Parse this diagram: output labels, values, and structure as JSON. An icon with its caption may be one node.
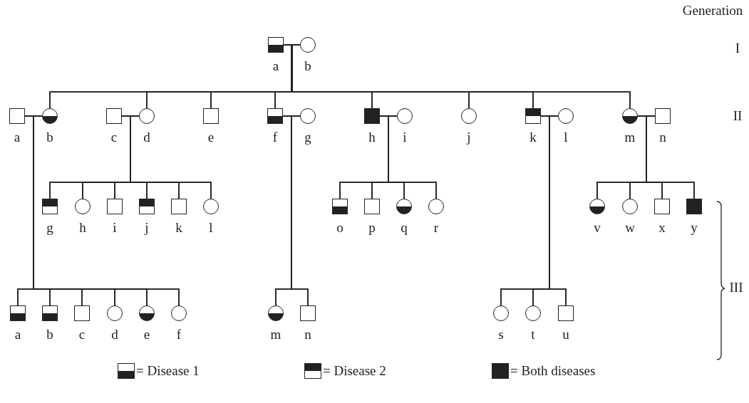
{
  "diagram": {
    "nodes": [
      {
        "text": [],
        "shape": "box",
        "beside": [
          "a"
        ]
      },
      {
        "text": [],
        "shape": "circle",
        "beside": [
          "b"
        ]
      },
      {
        "text": [],
        "shape": "box",
        "beside": [
          "a"
        ]
      },
      {
        "text": [],
        "shape": "circle",
        "beside": [
          "b"
        ]
      },
      {
        "text": [],
        "shape": "box",
        "beside": [
          "c"
        ]
      },
      {
        "text": [],
        "shape": "circle",
        "beside": [
          "d"
        ]
      },
      {
        "text": [],
        "shape": "box",
        "beside": [
          "e"
        ]
      },
      {
        "text": [],
        "shape": "box",
        "beside": [
          "f"
        ]
      },
      {
        "text": [],
        "shape": "circle",
        "beside": [
          "g"
        ]
      },
      {
        "text": [],
        "shape": "box",
        "beside": [
          "h"
        ]
      },
      {
        "text": [],
        "shape": "circle",
        "beside": [
          "i"
        ]
      },
      {
        "text": [],
        "shape": "circle",
        "beside": [
          "j"
        ]
      },
      {
        "text": [],
        "shape": "box",
        "beside": [
          "k"
        ]
      },
      {
        "text": [],
        "shape": "circle",
        "beside": [
          "l"
        ]
      },
      {
        "text": [],
        "shape": "circle",
        "beside": [
          "m"
        ]
      },
      {
        "text": [],
        "shape": "box",
        "beside": [
          "n"
        ]
      },
      {
        "text": [],
        "shape": "box",
        "beside": [
          "g"
        ]
      },
      {
        "text": [],
        "shape": "circle",
        "beside": [
          "h"
        ]
      },
      {
        "text": [],
        "shape": "box",
        "beside": [
          "i"
        ]
      },
      {
        "text": [],
        "shape": "box",
        "beside": [
          "j"
        ]
      },
      {
        "text": [],
        "shape": "box",
        "beside": [
          "k"
        ]
      },
      {
        "text": [],
        "shape": "circle",
        "beside": [
          "l"
        ]
      },
      {
        "text": [],
        "shape": "box",
        "beside": [
          "o"
        ]
      },
      {
        "text": [],
        "shape": "box",
        "beside": [
          "p"
        ]
      },
      {
        "text": [],
        "shape": "circle",
        "beside": [
          "q"
        ]
      },
      {
        "text": [],
        "shape": "circle",
        "beside": [
          "r"
        ]
      },
      {
        "text": [],
        "shape": "circle",
        "beside": [
          "v"
        ]
      },
      {
        "text": [],
        "shape": "circle",
        "beside": [
          "w"
        ]
      },
      {
        "text": [],
        "shape": "box",
        "beside": [
          "x"
        ]
      },
      {
        "text": [],
        "shape": "box",
        "beside": [
          "y"
        ]
      },
      {
        "text": [],
        "shape": "box",
        "beside": [
          "a"
        ]
      },
      {
        "text": [],
        "shape": "box",
        "beside": [
          "b"
        ]
      },
      {
        "text": [],
        "shape": "box",
        "beside": [
          "c"
        ]
      },
      {
        "text": [],
        "shape": "circle",
        "beside": [
          "d"
        ]
      },
      {
        "text": [],
        "shape": "circle",
        "beside": [
          "e"
        ]
      },
      {
        "text": [],
        "shape": "circle",
        "beside": [
          "f"
        ]
      },
      {
        "text": [],
        "shape": "circle",
        "beside": [
          "m"
        ]
      },
      {
        "text": [],
        "shape": "box",
        "beside": [
          "n"
        ]
      },
      {
        "text": [],
        "shape": "circle",
        "beside": [
          "s"
        ]
      },
      {
        "text": [],
        "shape": "circle",
        "beside": [
          "t"
        ]
      },
      {
        "text": [],
        "shape": "box",
        "beside": [
          "u"
        ]
      }
    ],
    "edges": [
      {
        "from": 0,
        "to": 1,
        "arrow": "none"
      },
      {
        "from": 0,
        "to": 3,
        "arrow": "none"
      },
      {
        "from": 0,
        "to": 5,
        "arrow": "none"
      },
      {
        "from": 0,
        "to": 6,
        "arrow": "none"
      },
      {
        "from": 0,
        "to": 7,
        "arrow": "none"
      },
      {
        "from": 0,
        "to": 9,
        "arrow": "none"
      },
      {
        "from": 0,
        "to": 11,
        "arrow": "none"
      },
      {
        "from": 0,
        "to": 12,
        "arrow": "none"
      },
      {
        "from": 0,
        "to": 14,
        "arrow": "none"
      },
      {
        "from": 1,
        "to": 3,
        "arrow": "none"
      },
      {
        "from": 1,
        "to": 5,
        "arrow": "none"
      },
      {
        "from": 1,
        "to": 6,
        "arrow": "none"
      },
      {
        "from": 1,
        "to": 7,
        "arrow": "none"
      },
      {
        "from": 1,
        "to": 9,
        "arrow": "none"
      },
      {
        "from": 1,
        "to": 11,
        "arrow": "none"
      },
      {
        "from": 1,
        "to": 12,
        "arrow": "none"
      },
      {
        "from": 1,
        "to": 14,
        "arrow": "none"
      },
      {
        "from": 2,
        "to": 3,
        "arrow": "none"
      },
      {
        "from": 2,
        "to": 30,
        "arrow": "none"
      },
      {
        "from": 2,
        "to": 31,
        "arrow": "none"
      },
      {
        "from": 2,
        "to": 32,
        "arrow": "none"
      },
      {
        "from": 2,
        "to": 33,
        "arrow": "none"
      },
      {
        "from": 2,
        "to": 34,
        "arrow": "none"
      },
      {
        "from": 2,
        "to": 35,
        "arrow": "none"
      },
      {
        "from": 3,
        "to": 30,
        "arrow": "none"
      },
      {
        "from": 3,
        "to": 31,
        "arrow": "none"
      },
      {
        "from": 3,
        "to": 32,
        "arrow": "none"
      },
      {
        "from": 3,
        "to": 33,
        "arrow": "none"
      },
      {
        "from": 3,
        "to": 34,
        "arrow": "none"
      },
      {
        "from": 3,
        "to": 35,
        "arrow": "none"
      },
      {
        "from": 4,
        "to": 5,
        "arrow": "none"
      },
      {
        "from": 4,
        "to": 16,
        "arrow": "none"
      },
      {
        "from": 4,
        "to": 17,
        "arrow": "none"
      },
      {
        "from": 4,
        "to": 18,
        "arrow": "none"
      },
      {
        "from": 4,
        "to": 19,
        "arrow": "none"
      },
      {
        "from": 4,
        "to": 20,
        "arrow": "none"
      },
      {
        "from": 4,
        "to": 21,
        "arrow": "none"
      },
      {
        "from": 5,
        "to": 16,
        "arrow": "none"
      },
      {
        "from": 5,
        "to": 17,
        "arrow": "none"
      },
      {
        "from": 5,
        "to": 18,
        "arrow": "none"
      },
      {
        "from": 5,
        "to": 19,
        "arrow": "none"
      },
      {
        "from": 5,
        "to": 20,
        "arrow": "none"
      },
      {
        "from": 5,
        "to": 21,
        "arrow": "none"
      },
      {
        "from": 7,
        "to": 8,
        "arrow": "none"
      },
      {
        "from": 7,
        "to": 36,
        "arrow": "none"
      },
      {
        "from": 7,
        "to": 37,
        "arrow": "none"
      },
      {
        "from": 8,
        "to": 36,
        "arrow": "none"
      },
      {
        "from": 8,
        "to": 37,
        "arrow": "none"
      },
      {
        "from": 9,
        "to": 10,
        "arrow": "none"
      },
      {
        "from": 9,
        "to": 22,
        "arrow": "none"
      },
      {
        "from": 9,
        "to": 23,
        "arrow": "none"
      },
      {
        "from": 9,
        "to": 24,
        "arrow": "none"
      },
      {
        "from": 9,
        "to": 25,
        "arrow": "none"
      },
      {
        "from": 10,
        "to": 22,
        "arrow": "none"
      },
      {
        "from": 10,
        "to": 23,
        "arrow": "none"
      },
      {
        "from": 10,
        "to": 24,
        "arrow": "none"
      },
      {
        "from": 10,
        "to": 25,
        "arrow": "none"
      },
      {
        "from": 12,
        "to": 13,
        "arrow": "none"
      },
      {
        "from": 12,
        "to": 38,
        "arrow": "none"
      },
      {
        "from": 12,
        "to": 39,
        "arrow": "none"
      },
      {
        "from": 12,
        "to": 40,
        "arrow": "none"
      },
      {
        "from": 13,
        "to": 38,
        "arrow": "none"
      },
      {
        "from": 13,
        "to": 39,
        "arrow": "none"
      },
      {
        "from": 13,
        "to": 40,
        "arrow": "none"
      },
      {
        "from": 14,
        "to": 15,
        "arrow": "none"
      },
      {
        "from": 14,
        "to": 26,
        "arrow": "none"
      },
      {
        "from": 14,
        "to": 27,
        "arrow": "none"
      },
      {
        "from": 14,
        "to": 28,
        "arrow": "none"
      },
      {
        "from": 14,
        "to": 29,
        "arrow": "none"
      },
      {
        "from": 15,
        "to": 26,
        "arrow": "none"
      },
      {
        "from": 15,
        "to": 27,
        "arrow": "none"
      },
      {
        "from": 15,
        "to": 28,
        "arrow": "none"
      },
      {
        "from": 15,
        "to": 29,
        "arrow": "none"
      }
    ],
    "labels": [
      "Generation",
      "I",
      "II",
      "III"
    ],
    "legend": [
      {
        "text": "= Disease 1"
      },
      {
        "text": "= Disease 2"
      },
      {
        "text": "= Both diseases"
      }
    ]
  }
}
